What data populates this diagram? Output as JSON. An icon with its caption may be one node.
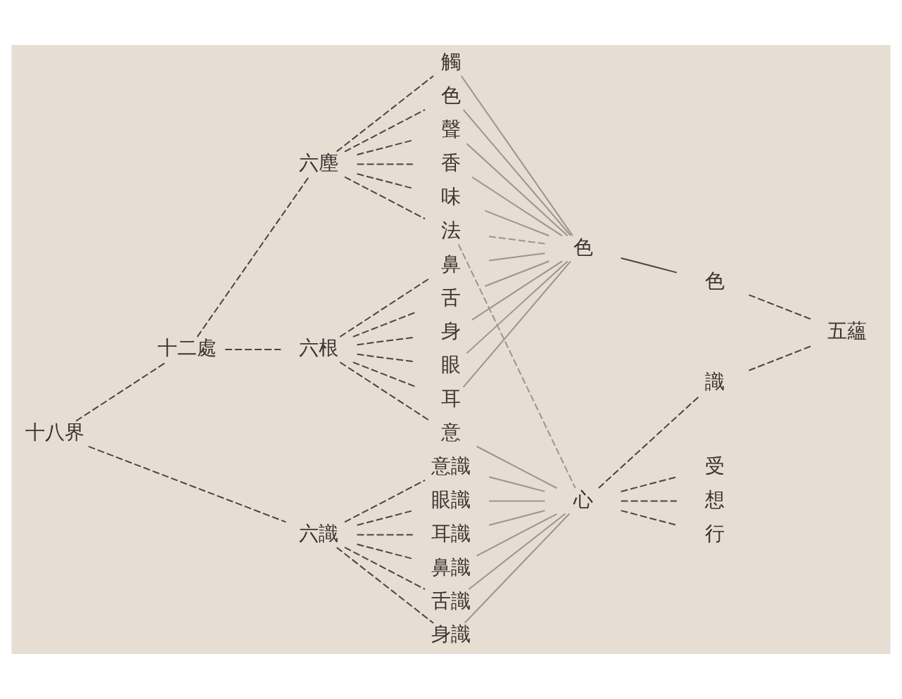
{
  "diagram": {
    "nodes": [
      {
        "text": [
          "十八界"
        ]
      },
      {
        "text": [
          "十二處"
        ]
      },
      {
        "text": [
          "六識"
        ]
      },
      {
        "text": [
          "六根"
        ]
      },
      {
        "text": [
          "六塵"
        ]
      },
      {
        "text": [
          "眼"
        ]
      },
      {
        "text": [
          "耳"
        ]
      },
      {
        "text": [
          "鼻"
        ]
      },
      {
        "text": [
          "舌"
        ]
      },
      {
        "text": [
          "身"
        ]
      },
      {
        "text": [
          "意"
        ]
      },
      {
        "text": [
          "色"
        ]
      },
      {
        "text": [
          "聲"
        ]
      },
      {
        "text": [
          "香"
        ]
      },
      {
        "text": [
          "味"
        ]
      },
      {
        "text": [
          "觸"
        ]
      },
      {
        "text": [
          "法"
        ]
      },
      {
        "text": [
          "眼識"
        ]
      },
      {
        "text": [
          "耳識"
        ]
      },
      {
        "text": [
          "鼻識"
        ]
      },
      {
        "text": [
          "舌識"
        ]
      },
      {
        "text": [
          "身識"
        ]
      },
      {
        "text": [
          "意識"
        ]
      },
      {
        "text": [
          "色"
        ]
      },
      {
        "text": [
          "色"
        ]
      },
      {
        "text": [
          "心"
        ]
      },
      {
        "text": [
          "受"
        ]
      },
      {
        "text": [
          "想"
        ]
      },
      {
        "text": [
          "行"
        ]
      },
      {
        "text": [
          "識"
        ]
      },
      {
        "text": [
          "五蘊"
        ]
      }
    ],
    "edges": [
      {
        "from": 0,
        "to": 1,
        "arrow": "none",
        "style": "dashed"
      },
      {
        "from": 0,
        "to": 2,
        "arrow": "none",
        "style": "dashed"
      },
      {
        "from": 1,
        "to": 3,
        "arrow": "none",
        "style": "dashed"
      },
      {
        "from": 1,
        "to": 4,
        "arrow": "none",
        "style": "dashed"
      },
      {
        "from": 3,
        "to": 5,
        "arrow": "none",
        "style": "dashed"
      },
      {
        "from": 3,
        "to": 6,
        "arrow": "none",
        "style": "dashed"
      },
      {
        "from": 3,
        "to": 7,
        "arrow": "none",
        "style": "dashed"
      },
      {
        "from": 3,
        "to": 8,
        "arrow": "none",
        "style": "dashed"
      },
      {
        "from": 3,
        "to": 9,
        "arrow": "none",
        "style": "dashed"
      },
      {
        "from": 3,
        "to": 10,
        "arrow": "none",
        "style": "dashed"
      },
      {
        "from": 4,
        "to": 11,
        "arrow": "none",
        "style": "dashed"
      },
      {
        "from": 4,
        "to": 12,
        "arrow": "none",
        "style": "dashed"
      },
      {
        "from": 4,
        "to": 13,
        "arrow": "none",
        "style": "dashed"
      },
      {
        "from": 4,
        "to": 14,
        "arrow": "none",
        "style": "dashed"
      },
      {
        "from": 4,
        "to": 15,
        "arrow": "none",
        "style": "dashed"
      },
      {
        "from": 4,
        "to": 16,
        "arrow": "none",
        "style": "dashed"
      },
      {
        "from": 2,
        "to": 17,
        "arrow": "none",
        "style": "dashed"
      },
      {
        "from": 2,
        "to": 18,
        "arrow": "none",
        "style": "dashed"
      },
      {
        "from": 2,
        "to": 19,
        "arrow": "none",
        "style": "dashed"
      },
      {
        "from": 2,
        "to": 20,
        "arrow": "none",
        "style": "dashed"
      },
      {
        "from": 2,
        "to": 21,
        "arrow": "none",
        "style": "dashed"
      },
      {
        "from": 2,
        "to": 22,
        "arrow": "none",
        "style": "dashed"
      },
      {
        "from": 5,
        "to": 23,
        "arrow": "none",
        "color": "#9a9590"
      },
      {
        "from": 6,
        "to": 23,
        "arrow": "none",
        "color": "#9a9590"
      },
      {
        "from": 7,
        "to": 23,
        "arrow": "none",
        "color": "#9a9590"
      },
      {
        "from": 8,
        "to": 23,
        "arrow": "none",
        "color": "#9a9590"
      },
      {
        "from": 9,
        "to": 23,
        "arrow": "none",
        "color": "#9a9590"
      },
      {
        "from": 10,
        "to": 25,
        "arrow": "none",
        "color": "#9a9590"
      },
      {
        "from": 11,
        "to": 23,
        "arrow": "none",
        "color": "#9a9590"
      },
      {
        "from": 12,
        "to": 23,
        "arrow": "none",
        "color": "#9a9590"
      },
      {
        "from": 13,
        "to": 23,
        "arrow": "none",
        "color": "#9a9590"
      },
      {
        "from": 14,
        "to": 23,
        "arrow": "none",
        "color": "#9a9590"
      },
      {
        "from": 15,
        "to": 23,
        "arrow": "none",
        "color": "#9a9590"
      },
      {
        "from": 16,
        "to": 23,
        "arrow": "none",
        "style": "dashed",
        "color": "#9a9590"
      },
      {
        "from": 16,
        "to": 25,
        "arrow": "none",
        "style": "dashed",
        "color": "#9a9590"
      },
      {
        "from": 17,
        "to": 25,
        "arrow": "none",
        "color": "#9a9590"
      },
      {
        "from": 18,
        "to": 25,
        "arrow": "none",
        "color": "#9a9590"
      },
      {
        "from": 19,
        "to": 25,
        "arrow": "none",
        "color": "#9a9590"
      },
      {
        "from": 20,
        "to": 25,
        "arrow": "none",
        "color": "#9a9590"
      },
      {
        "from": 21,
        "to": 25,
        "arrow": "none",
        "color": "#9a9590"
      },
      {
        "from": 22,
        "to": 25,
        "arrow": "none",
        "color": "#9a9590"
      },
      {
        "from": 23,
        "to": 24,
        "arrow": "none"
      },
      {
        "from": 25,
        "to": 26,
        "arrow": "none",
        "style": "dashed"
      },
      {
        "from": 25,
        "to": 27,
        "arrow": "none",
        "style": "dashed"
      },
      {
        "from": 25,
        "to": 28,
        "arrow": "none",
        "style": "dashed"
      },
      {
        "from": 25,
        "to": 29,
        "arrow": "none",
        "style": "dashed"
      },
      {
        "from": 24,
        "to": 30,
        "arrow": "none",
        "style": "dashed"
      },
      {
        "from": 29,
        "to": 30,
        "arrow": "none",
        "style": "dashed"
      }
    ]
  }
}
